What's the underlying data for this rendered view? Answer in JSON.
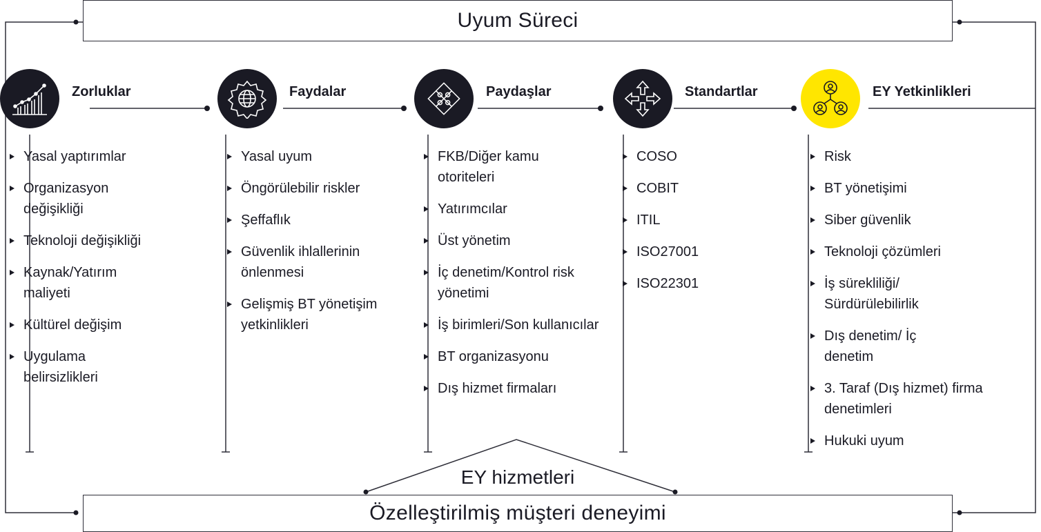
{
  "header": {
    "title": "Uyum Süreci"
  },
  "footer": {
    "title": "Özelleştirilmiş müşteri deneyimi",
    "services_label": "EY hizmetleri"
  },
  "colors": {
    "dark": "#1a1a24",
    "accent": "#ffe600",
    "line": "#2e2e38"
  },
  "columns": [
    {
      "title": "Zorluklar",
      "icon": "growth-chart-icon",
      "items": [
        "Yasal yaptırımlar",
        "Organizasyon değişikliği",
        "Teknoloji değişikliği",
        "Kaynak/Yatırım maliyeti",
        "Kültürel değişim",
        "Uygulama belirsizlikleri"
      ]
    },
    {
      "title": "Faydalar",
      "icon": "globe-gear-icon",
      "items": [
        "Yasal uyum",
        "Öngörülebilir riskler",
        "Şeffaflık",
        "Güvenlik ihlallerinin önlenmesi",
        "Gelişmiş BT yönetişim yetkinlikleri"
      ]
    },
    {
      "title": "Paydaşlar",
      "icon": "puzzle-icon",
      "items": [
        "FKB/Diğer kamu otoriteleri",
        "Yatırımcılar",
        "Üst yönetim",
        "İç denetim/Kontrol risk yönetimi",
        "İş birimleri/Son kullanıcılar",
        "BT organizasyonu",
        "Dış hizmet firmaları"
      ]
    },
    {
      "title": "Standartlar",
      "icon": "arrows-icon",
      "items": [
        "COSO",
        "COBIT",
        "ITIL",
        "ISO27001",
        "ISO22301"
      ]
    },
    {
      "title": "EY Yetkinlikleri",
      "icon": "people-network-icon",
      "items": [
        "Risk",
        "BT yönetişimi",
        "Siber güvenlik",
        "Teknoloji çözümleri",
        "İş sürekliliği/ Sürdürülebilirlik",
        "Dış denetim/ İç denetim",
        "3. Taraf (Dış hizmet) firma denetimleri",
        "Hukuki uyum"
      ]
    }
  ]
}
